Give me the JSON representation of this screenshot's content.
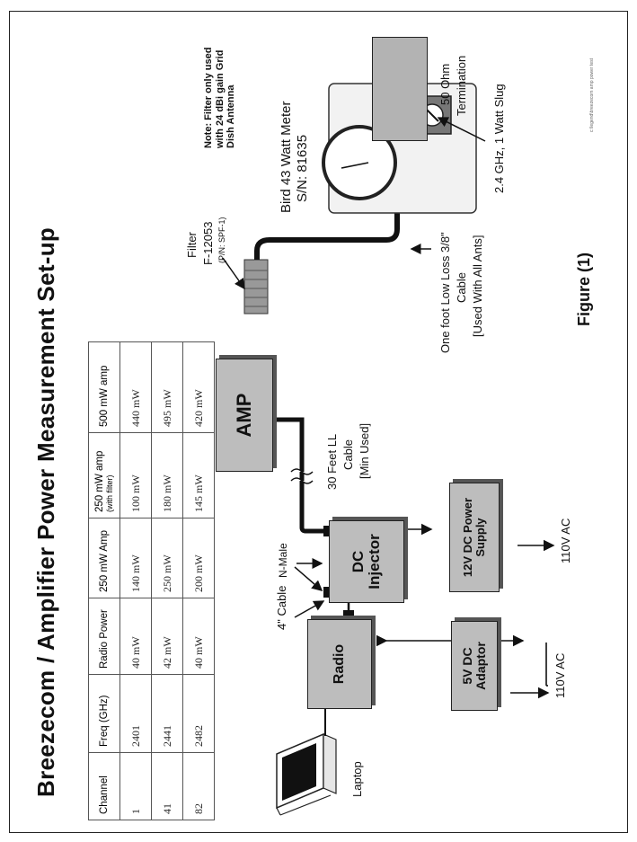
{
  "title": "Breezecom / Amplifier  Power Measurement Set-up",
  "table": {
    "headers": [
      "Channel",
      "Freq (GHz)",
      "Radio Power",
      "250 mW Amp",
      "250 mW amp",
      "500 mW amp"
    ],
    "header_sub": "(with filter)",
    "rows": [
      [
        "1",
        "2401",
        "40 mW",
        "140 mW",
        "100 mW",
        "440 mW"
      ],
      [
        "41",
        "2441",
        "42 mW",
        "250 mW",
        "180 mW",
        "495 mW"
      ],
      [
        "82",
        "2482",
        "40 mW",
        "200 mW",
        "145 mW",
        "420 mW"
      ]
    ]
  },
  "diagram": {
    "laptop": "Laptop",
    "radio": "Radio",
    "dc_injector_1": "DC",
    "dc_injector_2": "Injector",
    "amp": "AMP",
    "adaptor_1": "5V DC",
    "adaptor_2": "Adaptor",
    "psu_1": "12V DC Power",
    "psu_2": "Supply",
    "ac_left": "110V AC",
    "ac_right": "110V AC",
    "cable_4in": "4\" Cable",
    "n_male": "N-Male",
    "cable30_1": "30 Feet LL",
    "cable30_2": "Cable",
    "cable30_3": "[Min Used]",
    "filter_1": "Filter",
    "filter_2": "F-12053",
    "filter_3": "(P/N: SPF-1)",
    "lowloss_1": "One foot Low Loss  3/8\"",
    "lowloss_2": "Cable",
    "lowloss_3": "[Used With All Ants]",
    "wattmeter_1": "Bird 43 Watt Meter",
    "wattmeter_2": "S/N: 81635",
    "slug": "2.4 GHz, 1 Watt Slug",
    "term_1": "50 Ohm",
    "term_2": "Termination",
    "note": "Note: Filter only used with 24 dBi gain Grid Dish Antenna",
    "figure": "Figure (1)",
    "footer": "c:\\legend\\breezecom amp power test"
  }
}
